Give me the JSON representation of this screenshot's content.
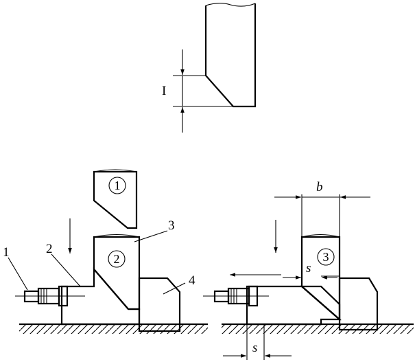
{
  "top_view": {
    "dimension_label": "I"
  },
  "callouts": {
    "one": "1",
    "two": "2",
    "three": "3",
    "four": "4"
  },
  "stages": {
    "stage1": "1",
    "stage2": "2",
    "stage3": "3"
  },
  "dimensions": {
    "b": "b",
    "s_small": "s",
    "s_bottom": "s"
  },
  "colors": {
    "line": "#000000",
    "background": "#ffffff"
  }
}
